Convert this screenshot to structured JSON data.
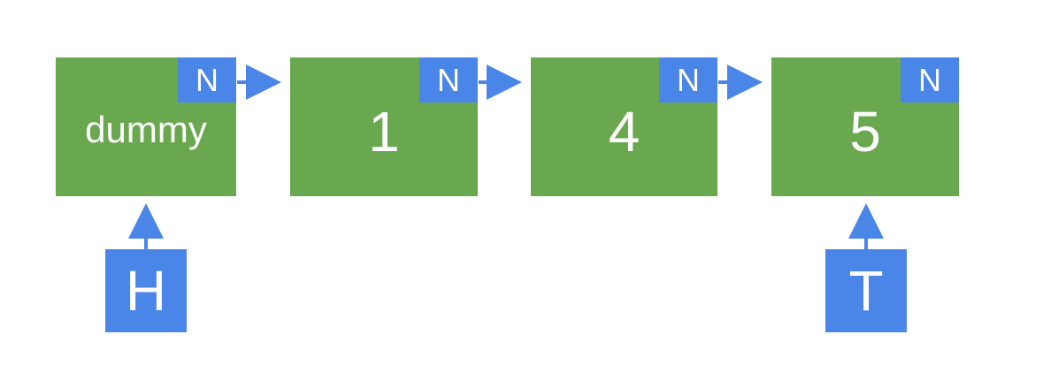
{
  "nodes": [
    {
      "value": "dummy",
      "next_label": "N"
    },
    {
      "value": "1",
      "next_label": "N"
    },
    {
      "value": "4",
      "next_label": "N"
    },
    {
      "value": "5",
      "next_label": "N"
    }
  ],
  "head_pointer": {
    "label": "H"
  },
  "tail_pointer": {
    "label": "T"
  },
  "colors": {
    "node_fill": "#6aa84f",
    "pointer_fill": "#4a86e8",
    "arrow": "#4a86e8",
    "text": "#ffffff"
  }
}
